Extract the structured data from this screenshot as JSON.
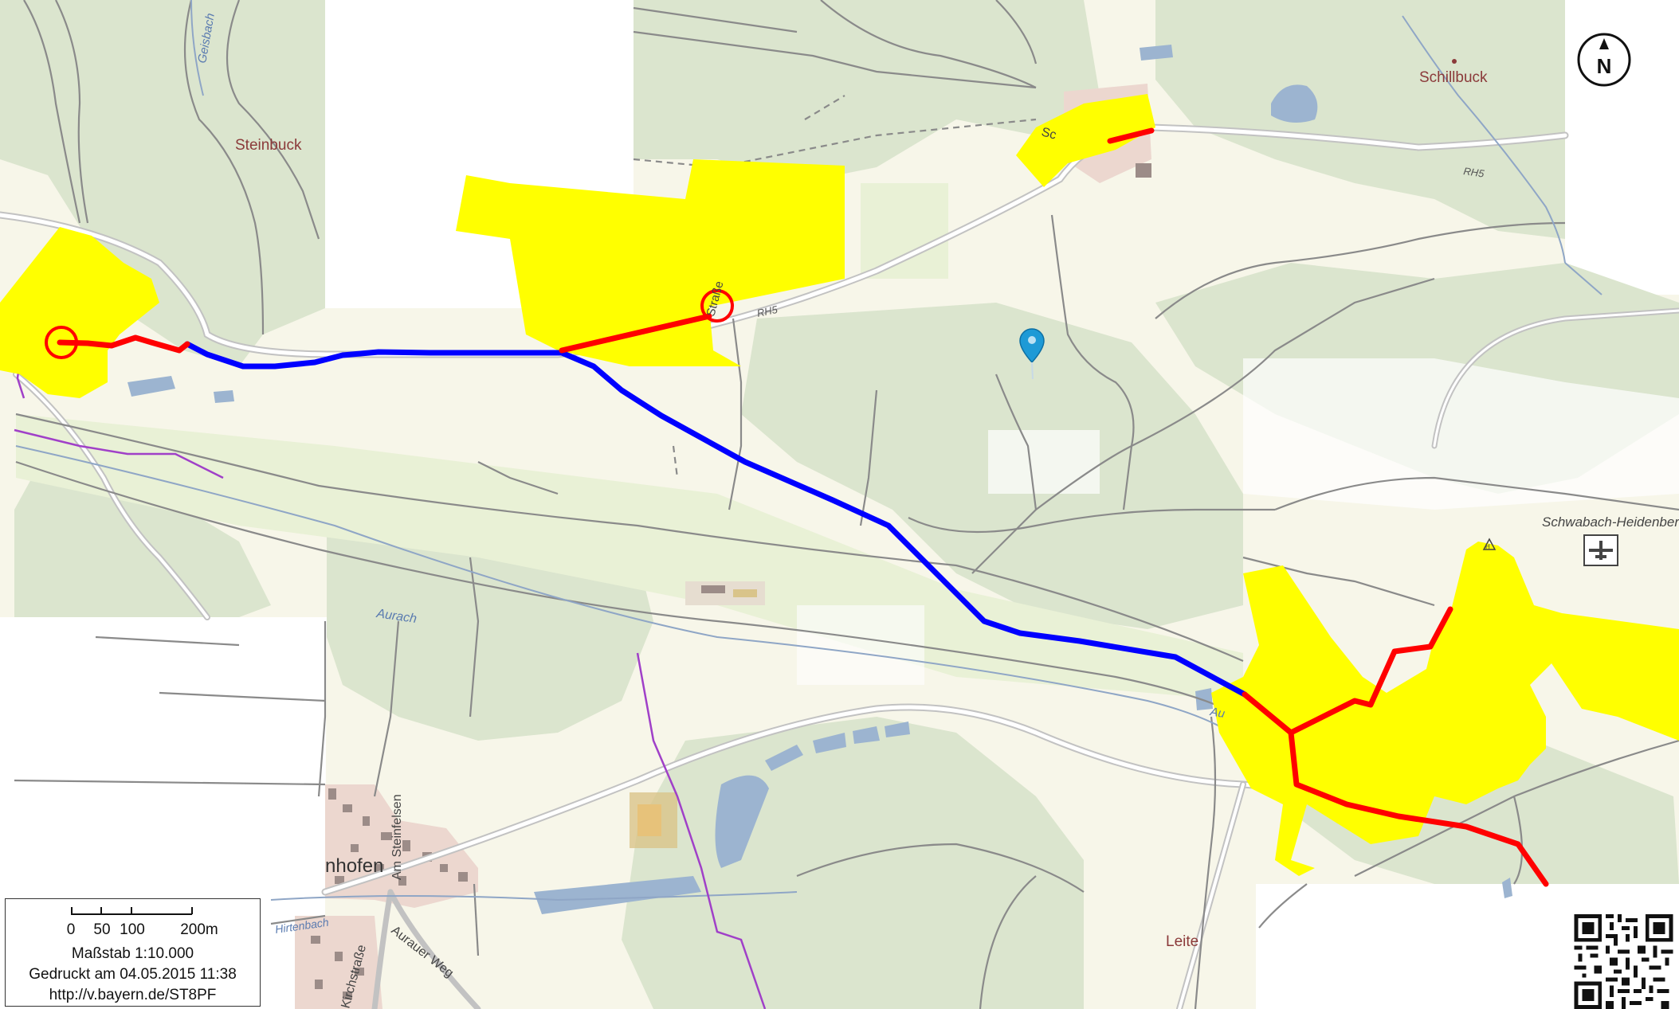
{
  "map": {
    "place_labels": {
      "steinbuck": "Steinbuck",
      "schillbuck": "Schillbuck",
      "leite": "Leite",
      "geisbach": "Geisbach",
      "aurach": "Aurach",
      "aurach_short": "Au",
      "road_rh5_a": "RH5",
      "road_rh5_b": "RH5",
      "street_fragment": "Straße",
      "sch_fragment": "Sc",
      "airfield": "Schwabach-Heidenberg",
      "am_steinfelsen": "Am Steinfelsen",
      "aurauer_weg": "Aurauer Weg",
      "village_fragment": "nhofen",
      "kirchstrasse": "Kirchstraße",
      "hirtenbach_fragment": "Hirtenbach"
    },
    "colors": {
      "land": "#f7f6e9",
      "forest": "#dbe5ce",
      "meadow": "#e9f1d6",
      "water": "#9cb4d0",
      "road": "#c8c8c8",
      "highlight_area": "#ffff00",
      "route_red": "#ff0000",
      "route_blue": "#0000ff",
      "boundary": "#a040c8",
      "marker": "#1e9ad6"
    }
  },
  "north_arrow": {
    "label": "N"
  },
  "scale": {
    "ticks": [
      "0",
      "50",
      "100",
      "200m"
    ],
    "ratio": "Maßstab 1:10.000",
    "printed": "Gedruckt am 04.05.2015 11:38",
    "url": "http://v.bayern.de/ST8PF"
  },
  "qr_code": {
    "icon": "qr-code-icon"
  }
}
